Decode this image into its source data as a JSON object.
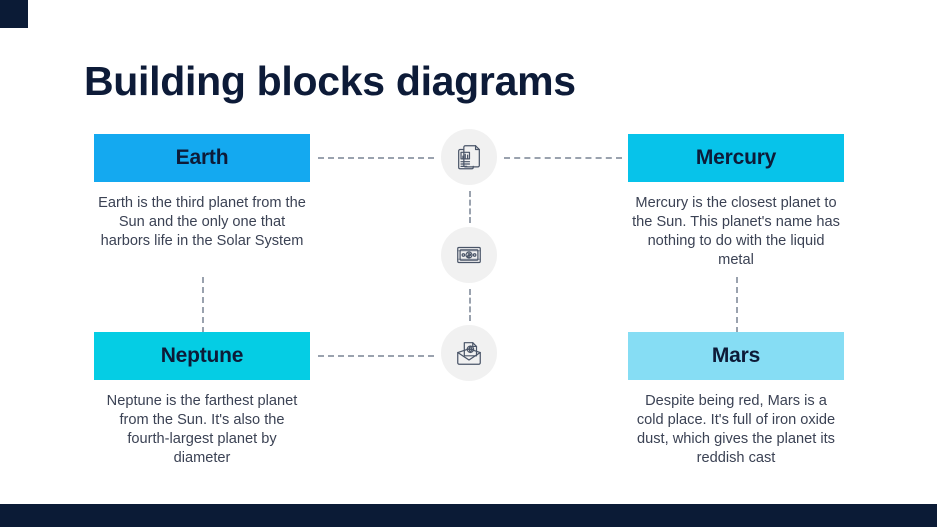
{
  "slide": {
    "title": "Building blocks diagrams",
    "background_color": "#ffffff",
    "accent_dark": "#0b1b36",
    "text_color": "#3b4254",
    "heading_color": "#0d1b38",
    "connector_color": "#9aa2ae",
    "icon_circle_color": "#f1f1f1"
  },
  "blocks": [
    {
      "id": "earth",
      "title": "Earth",
      "body": "Earth is the third planet from the Sun and the only one that harbors life in the Solar System",
      "header_color": "#14a9f0"
    },
    {
      "id": "mercury",
      "title": "Mercury",
      "body": "Mercury is the closest planet to the Sun. This planet's name has nothing to do with the liquid metal",
      "header_color": "#07c3ea"
    },
    {
      "id": "neptune",
      "title": "Neptune",
      "body": "Neptune is the farthest planet from the Sun. It's also the fourth-largest planet by diameter",
      "header_color": "#05cde4"
    },
    {
      "id": "mars",
      "title": "Mars",
      "body": "Despite being red, Mars is a cold place. It's full of iron oxide dust, which gives the planet its reddish cast",
      "header_color": "#86ddf4"
    }
  ],
  "icons": [
    {
      "id": "report",
      "name": "documents-report-icon"
    },
    {
      "id": "money",
      "name": "banknote-money-icon"
    },
    {
      "id": "mail",
      "name": "envelope-mail-icon"
    }
  ]
}
